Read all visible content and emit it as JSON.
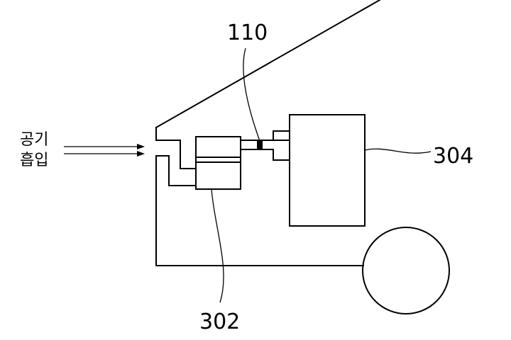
{
  "labels": {
    "sensor": "110",
    "filter": "302",
    "unit": "304",
    "air_intake_line1": "공기",
    "air_intake_line2": "흡입"
  },
  "colors": {
    "stroke": "#000000",
    "background": "#ffffff",
    "sensor_fill": "#000000"
  }
}
